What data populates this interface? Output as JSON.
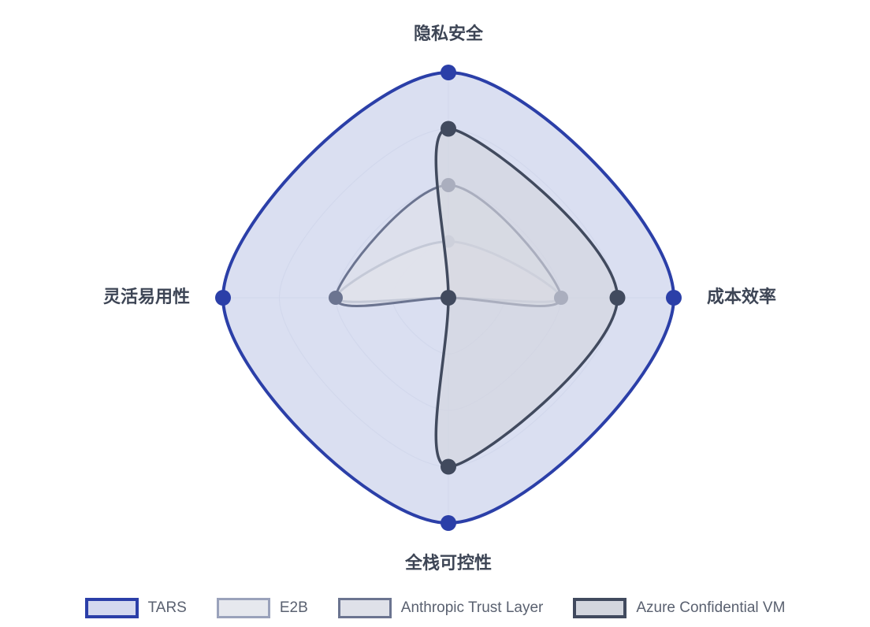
{
  "chart_data": {
    "type": "radar",
    "title": "",
    "categories": [
      "隐私安全",
      "成本效率",
      "全栈可控性",
      "灵活易用性"
    ],
    "axis_angles_deg": [
      270,
      0,
      90,
      180
    ],
    "value_range": [
      0,
      100
    ],
    "grid": {
      "enabled": true,
      "rings": [
        25,
        50,
        75,
        100
      ],
      "ring_color": "#c9cddb",
      "spoke_color": "#c9cddb",
      "shape": "curved"
    },
    "legend": {
      "position": "bottom",
      "orientation": "horizontal"
    },
    "series": [
      {
        "name": "TARS",
        "values": [
          100,
          100,
          100,
          100
        ],
        "stroke": "#2b3fa8",
        "fill": "#d4d9ef",
        "fill_opacity": 0.85,
        "stroke_width": 4,
        "marker_radius": 10
      },
      {
        "name": "E2B",
        "values": [
          25,
          50,
          0,
          50
        ],
        "stroke": "#9aa2bb",
        "fill": "#e6e8ee",
        "fill_opacity": 0.72,
        "stroke_width": 3,
        "marker_radius": 8
      },
      {
        "name": "Anthropic Trust Layer",
        "values": [
          50,
          50,
          0,
          50
        ],
        "stroke": "#6b7490",
        "fill": "#dfe1e9",
        "fill_opacity": 0.62,
        "stroke_width": 3,
        "marker_radius": 9
      },
      {
        "name": "Azure Confidential VM",
        "values": [
          75,
          75,
          75,
          0
        ],
        "stroke": "#414a5e",
        "fill": "#d3d6de",
        "fill_opacity": 0.6,
        "stroke_width": 3.5,
        "marker_radius": 10
      }
    ],
    "geometry": {
      "center_x": 569,
      "center_y": 378,
      "max_radius": 286
    },
    "label_offset": 42,
    "label_color": "#3d4555",
    "legend_text_color": "#5a6170",
    "background": "#ffffff"
  }
}
